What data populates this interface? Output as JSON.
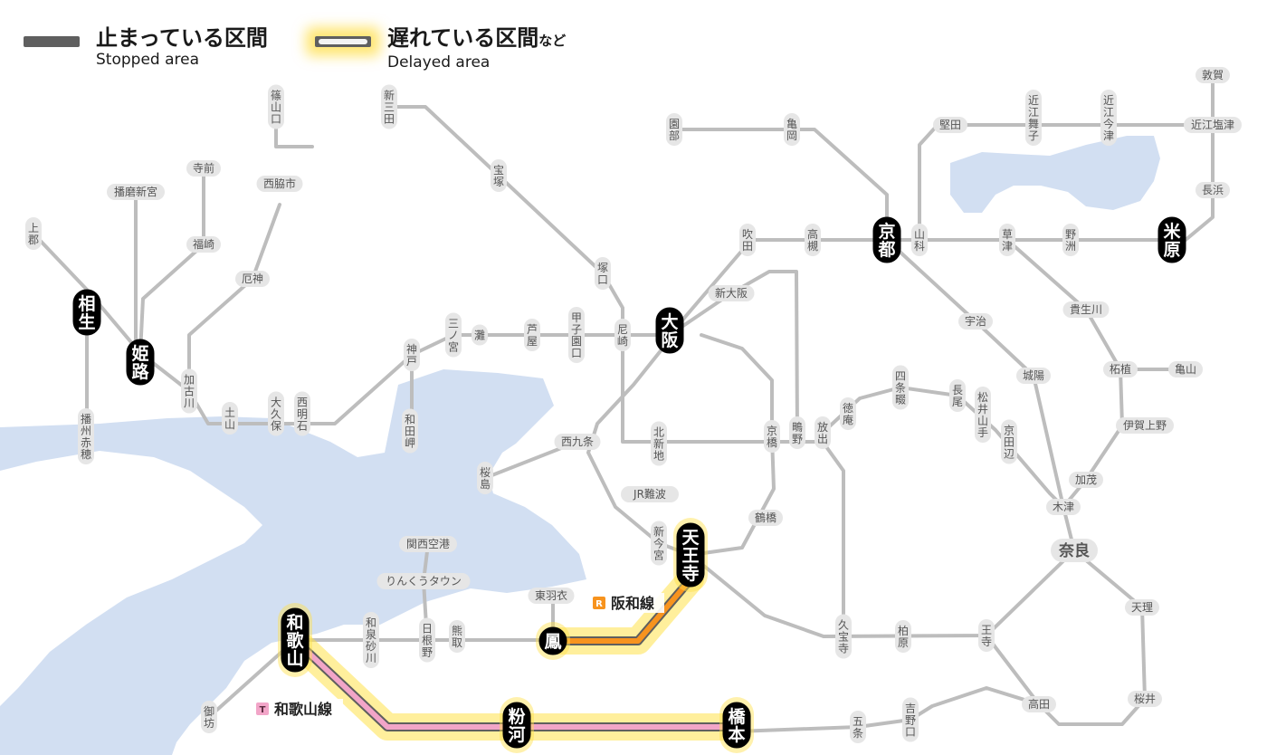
{
  "legend": {
    "stopped": {
      "jp": "止まっている区間",
      "en": "Stopped area"
    },
    "delayed": {
      "jp": "遅れている区間",
      "jp_suffix": "など",
      "en": "Delayed area"
    }
  },
  "colors": {
    "water": "#d2dff2",
    "line_normal": "#bdbdbd",
    "station_fill": "#e6e6e6",
    "station_text": "#555555",
    "major_station_fill": "#000000",
    "major_station_text": "#ffffff",
    "delay_glow": "#ffe14a",
    "hanwa_line": "#f7931e",
    "wakayama_line": "#f2a5c8"
  },
  "line_labels": [
    {
      "badge": "R",
      "name": "阪和線",
      "badge_color": "#f7931e"
    },
    {
      "badge": "T",
      "name": "和歌山線",
      "badge_color": "#f2a5c8"
    }
  ],
  "stations": [
    {
      "id": "sasayamaguchi",
      "name": "篠山口",
      "vertical": true
    },
    {
      "id": "shinsanda",
      "name": "新三田",
      "vertical": true
    },
    {
      "id": "takarazuka",
      "name": "宝塚",
      "vertical": true
    },
    {
      "id": "sonobe",
      "name": "園部",
      "vertical": true
    },
    {
      "id": "kameoka",
      "name": "亀岡",
      "vertical": true
    },
    {
      "id": "katata",
      "name": "堅田",
      "vertical": false
    },
    {
      "id": "omimaiko",
      "name": "近江舞子",
      "vertical": true
    },
    {
      "id": "omiimazu",
      "name": "近江今津",
      "vertical": true
    },
    {
      "id": "tsuruga",
      "name": "敦賀",
      "vertical": false
    },
    {
      "id": "omishiotsu",
      "name": "近江塩津",
      "vertical": false
    },
    {
      "id": "nagahama",
      "name": "長浜",
      "vertical": false
    },
    {
      "id": "maibara",
      "name": "米原",
      "vertical": true,
      "large": true
    },
    {
      "id": "yasu",
      "name": "野洲",
      "vertical": true
    },
    {
      "id": "kusatsu",
      "name": "草津",
      "vertical": true
    },
    {
      "id": "yamashina",
      "name": "山科",
      "vertical": true
    },
    {
      "id": "kyoto",
      "name": "京都",
      "vertical": true,
      "large": true
    },
    {
      "id": "takatsuki",
      "name": "高槻",
      "vertical": true
    },
    {
      "id": "suita",
      "name": "吹田",
      "vertical": true
    },
    {
      "id": "shinosaka",
      "name": "新大阪",
      "vertical": false
    },
    {
      "id": "tsukaguchi",
      "name": "塚口",
      "vertical": true
    },
    {
      "id": "osaka",
      "name": "大阪",
      "vertical": true,
      "large": true
    },
    {
      "id": "amagasaki",
      "name": "尼崎",
      "vertical": true
    },
    {
      "id": "koshienguchi",
      "name": "甲子園口",
      "vertical": true
    },
    {
      "id": "ashiya",
      "name": "芦屋",
      "vertical": true
    },
    {
      "id": "nada",
      "name": "灘",
      "vertical": true
    },
    {
      "id": "sannomiya",
      "name": "三ノ宮",
      "vertical": true
    },
    {
      "id": "kobe",
      "name": "神戸",
      "vertical": true
    },
    {
      "id": "wadamisaki",
      "name": "和田岬",
      "vertical": true
    },
    {
      "id": "nishiakashi",
      "name": "西明石",
      "vertical": true
    },
    {
      "id": "okubo",
      "name": "大久保",
      "vertical": true
    },
    {
      "id": "doyama",
      "name": "土山",
      "vertical": true
    },
    {
      "id": "kakogawa",
      "name": "加古川",
      "vertical": true
    },
    {
      "id": "yashiro",
      "name": "厄神",
      "vertical": false
    },
    {
      "id": "nishiwakishi",
      "name": "西脇市",
      "vertical": false
    },
    {
      "id": "teramae",
      "name": "寺前",
      "vertical": false
    },
    {
      "id": "fukusaki",
      "name": "福崎",
      "vertical": false
    },
    {
      "id": "harimashingu",
      "name": "播磨新宮",
      "vertical": false
    },
    {
      "id": "kamigori",
      "name": "上郡",
      "vertical": true
    },
    {
      "id": "aioi",
      "name": "相生",
      "vertical": true,
      "large": true
    },
    {
      "id": "himeji",
      "name": "姫路",
      "vertical": true,
      "large": true
    },
    {
      "id": "bansyuako",
      "name": "播州赤穂",
      "vertical": true
    },
    {
      "id": "nishikujo",
      "name": "西九条",
      "vertical": false
    },
    {
      "id": "sakurajima",
      "name": "桜島",
      "vertical": true
    },
    {
      "id": "kitashinchi",
      "name": "北新地",
      "vertical": true
    },
    {
      "id": "kyobashi",
      "name": "京橋",
      "vertical": true
    },
    {
      "id": "shigino",
      "name": "鴫野",
      "vertical": true
    },
    {
      "id": "hanaten",
      "name": "放出",
      "vertical": true
    },
    {
      "id": "tokuan",
      "name": "徳庵",
      "vertical": true
    },
    {
      "id": "shijonawate",
      "name": "四条畷",
      "vertical": true
    },
    {
      "id": "nagao",
      "name": "長尾",
      "vertical": true
    },
    {
      "id": "matsuiyamate",
      "name": "松井山手",
      "vertical": true
    },
    {
      "id": "kyotanabe",
      "name": "京田辺",
      "vertical": true
    },
    {
      "id": "uji",
      "name": "宇治",
      "vertical": false
    },
    {
      "id": "joyo",
      "name": "城陽",
      "vertical": false
    },
    {
      "id": "kizu",
      "name": "木津",
      "vertical": false
    },
    {
      "id": "kamo",
      "name": "加茂",
      "vertical": false
    },
    {
      "id": "iga_ueno",
      "name": "伊賀上野",
      "vertical": false
    },
    {
      "id": "tsuge",
      "name": "柘植",
      "vertical": false
    },
    {
      "id": "kameyama",
      "name": "亀山",
      "vertical": false
    },
    {
      "id": "kibukawa",
      "name": "貴生川",
      "vertical": false
    },
    {
      "id": "nara",
      "name": "奈良",
      "vertical": false,
      "large": true
    },
    {
      "id": "tenri",
      "name": "天理",
      "vertical": false
    },
    {
      "id": "sakurai",
      "name": "桜井",
      "vertical": false
    },
    {
      "id": "takada",
      "name": "高田",
      "vertical": false
    },
    {
      "id": "oji",
      "name": "王寺",
      "vertical": true
    },
    {
      "id": "kashiwara",
      "name": "柏原",
      "vertical": true
    },
    {
      "id": "kyuhoji",
      "name": "久宝寺",
      "vertical": true
    },
    {
      "id": "tsuruhashi",
      "name": "鶴橋",
      "vertical": false
    },
    {
      "id": "jrnamba",
      "name": "JR難波",
      "vertical": false
    },
    {
      "id": "shinimamiya",
      "name": "新今宮",
      "vertical": true
    },
    {
      "id": "tennoji",
      "name": "天王寺",
      "vertical": true,
      "large": true
    },
    {
      "id": "higashihagoromo",
      "name": "東羽衣",
      "vertical": false
    },
    {
      "id": "otori",
      "name": "鳳",
      "vertical": true,
      "large": true
    },
    {
      "id": "kumatori",
      "name": "熊取",
      "vertical": true
    },
    {
      "id": "hineno",
      "name": "日根野",
      "vertical": true
    },
    {
      "id": "rinku",
      "name": "りんくうタウン",
      "vertical": false
    },
    {
      "id": "kansaiairport",
      "name": "関西空港",
      "vertical": false
    },
    {
      "id": "izumisunagawa",
      "name": "和泉砂川",
      "vertical": true
    },
    {
      "id": "wakayama",
      "name": "和歌山",
      "vertical": true,
      "large": true
    },
    {
      "id": "gobo",
      "name": "御坊",
      "vertical": true
    },
    {
      "id": "kokawa",
      "name": "粉河",
      "vertical": true,
      "large": true
    },
    {
      "id": "hashimoto",
      "name": "橋本",
      "vertical": true,
      "large": true
    },
    {
      "id": "gojo",
      "name": "五条",
      "vertical": true
    },
    {
      "id": "yoshinoguchi",
      "name": "吉野口",
      "vertical": true
    }
  ]
}
